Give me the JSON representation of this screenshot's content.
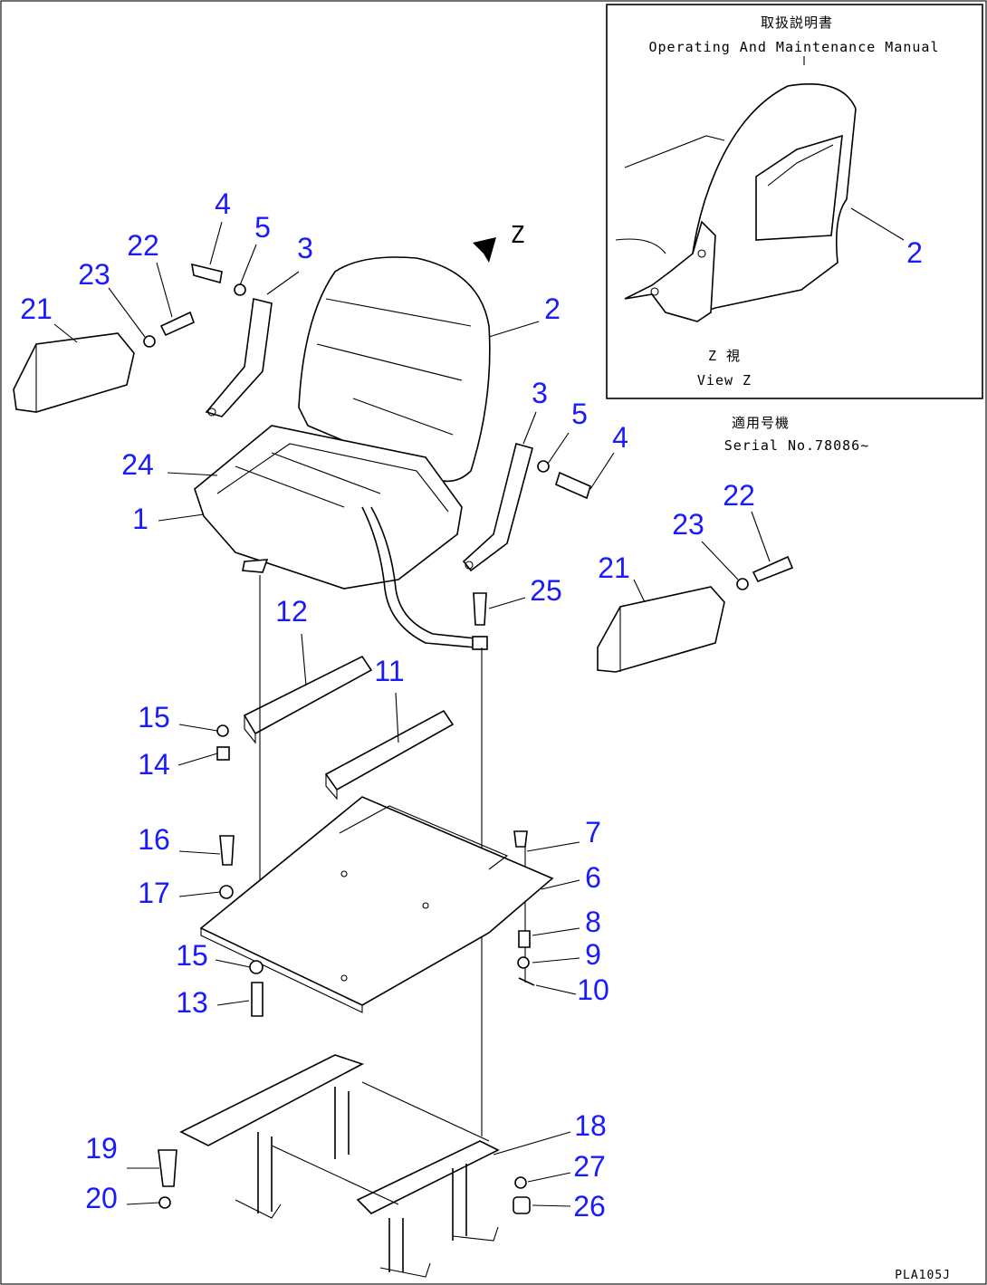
{
  "inset": {
    "manual_jp": "取扱説明書",
    "manual_en": "Operating And Maintenance Manual",
    "view_jp": "Z 視",
    "view_en": "View Z",
    "callout_2": "2"
  },
  "serial": {
    "jp": "適用号機",
    "en": "Serial No.78086~"
  },
  "view_marker": "Z",
  "drawing_code": "PLA105J",
  "callouts": {
    "c1": "1",
    "c2": "2",
    "c3a": "3",
    "c3b": "3",
    "c4a": "4",
    "c4b": "4",
    "c5a": "5",
    "c5b": "5",
    "c6": "6",
    "c7": "7",
    "c8": "8",
    "c9": "9",
    "c10": "10",
    "c11": "11",
    "c12": "12",
    "c13": "13",
    "c14": "14",
    "c15a": "15",
    "c15b": "15",
    "c16": "16",
    "c17": "17",
    "c18": "18",
    "c19": "19",
    "c20": "20",
    "c21a": "21",
    "c21b": "21",
    "c22a": "22",
    "c22b": "22",
    "c23a": "23",
    "c23b": "23",
    "c24": "24",
    "c25": "25",
    "c26": "26",
    "c27": "27"
  },
  "colors": {
    "callout": "#1a1aff",
    "line": "#000000",
    "background": "#ffffff"
  }
}
